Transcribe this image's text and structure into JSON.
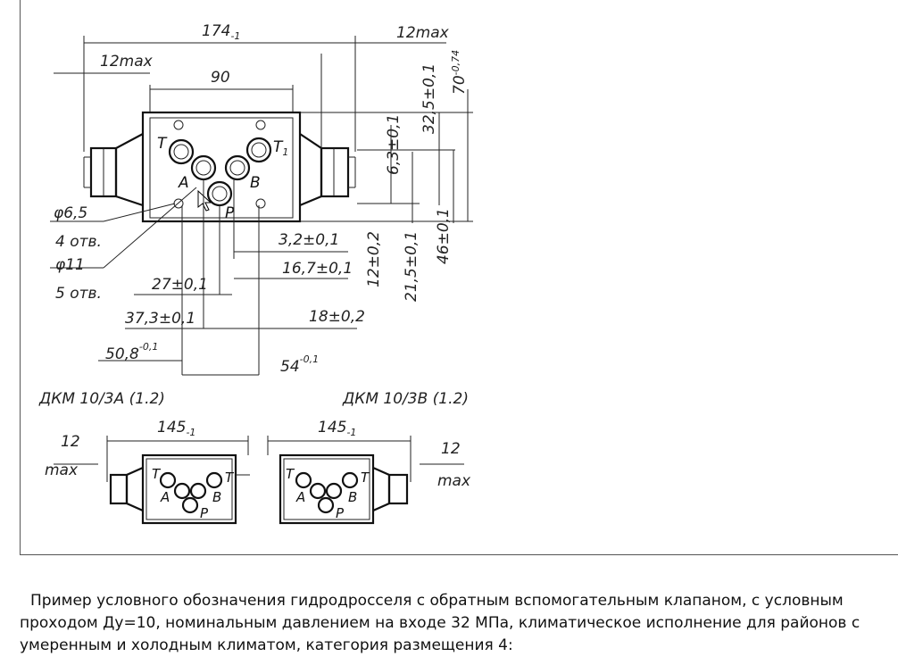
{
  "drawing": {
    "top_labels": {
      "overall_length": "174",
      "overall_length_tol": "-1",
      "max_right": "12max",
      "max_left": "12max",
      "body_width": "90"
    },
    "right_labels": {
      "height": "70",
      "height_tol": "-0,74",
      "h1": "32,5±0,1",
      "h2": "6,3±0,1",
      "h3": "12±0,2",
      "h4": "21,5±0,1",
      "h5": "46±0,1"
    },
    "left_labels": {
      "hole_d1": "φ6,5",
      "holes1": "4 отв.",
      "hole_d2": "φ11",
      "holes2": "5 отв."
    },
    "bottom_labels": {
      "d1": "3,2±0,1",
      "d2": "16,7±0,1",
      "d3": "27±0,1",
      "d4": "37,3±0,1",
      "d5": "18±0,2",
      "d6": "50,8",
      "d6_tol": "-0,1",
      "d7": "54",
      "d7_tol": "-0,1"
    },
    "ports": {
      "t": "T",
      "t1": "T",
      "t1_sub": "1",
      "a": "A",
      "b": "B",
      "p": "P"
    },
    "variant_a": {
      "title": "ДКМ 10/3А (1.2)",
      "length": "145",
      "length_tol": "-1",
      "max_num": "12",
      "max_word": "max"
    },
    "variant_b": {
      "title": "ДКМ 10/3В (1.2)",
      "length": "145",
      "length_tol": "-1",
      "max_num": "12",
      "max_word": "max"
    }
  },
  "caption": "Пример условного обозначения гидродросселя с обратным вспомогательным клапаном, с условным проходом Ду=10, номинальным давлением на входе 32 МПа, климатическое исполнение для районов с умеренным и холодным климатом, категория размещения 4:"
}
